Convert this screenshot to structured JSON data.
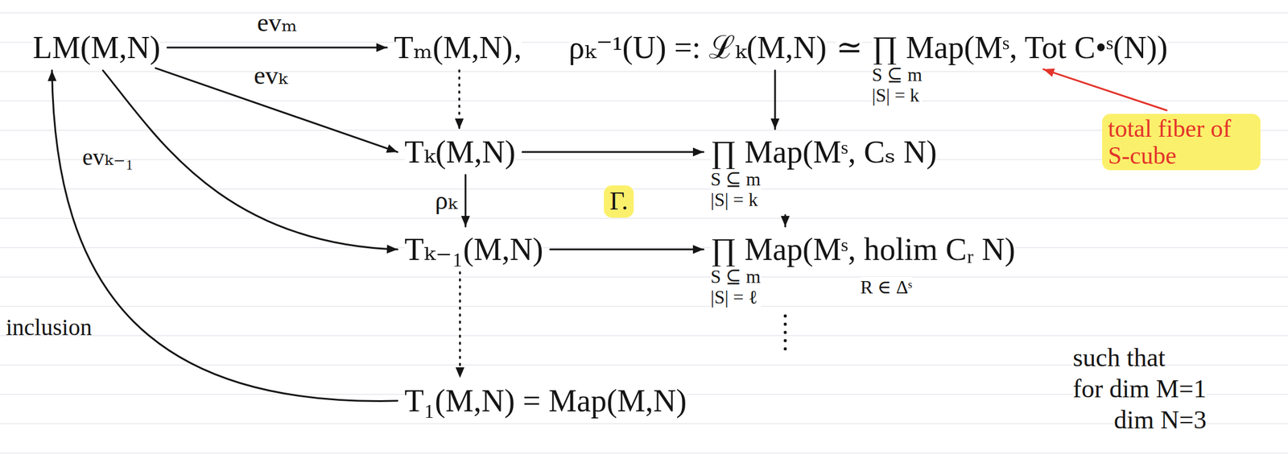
{
  "diagram": {
    "nodes": [
      {
        "text": [
          "LM(M,N)"
        ]
      },
      {
        "text": [
          "Tₘ(M,N)"
        ]
      },
      {
        "text": [
          "ρₖ⁻¹(U) =: ℒₖ(M,N)"
        ]
      },
      {
        "text": [
          "∏ Map(Mˢ, Tot C•ˢ(N))",
          "S ⊆ m",
          "|S| = k"
        ]
      },
      {
        "text": [
          "Tₖ(M,N)"
        ]
      },
      {
        "text": [
          "∏ Map(Mˢ, Cₛ N)",
          "S ⊆ m",
          "|S| = k"
        ]
      },
      {
        "text": [
          "Tₖ₋₁(M,N)"
        ]
      },
      {
        "text": [
          "∏ Map(Mˢ, holim Cᵣ N)",
          "S ⊆ m",
          "|S| = ℓ",
          "R ∈ Δˢ"
        ]
      },
      {
        "text": [
          "T₁(M,N) = Map(M,N)"
        ]
      }
    ],
    "edges": [
      {
        "from": 0,
        "to": 1,
        "label": "evₘ",
        "arrow": "to"
      },
      {
        "from": 0,
        "to": 4,
        "label": "evₖ",
        "arrow": "to"
      },
      {
        "from": 0,
        "to": 6,
        "label": "evₖ₋₁",
        "arrow": "to"
      },
      {
        "from": 8,
        "to": 0,
        "label": "inclusion",
        "arrow": "to"
      },
      {
        "from": 1,
        "to": 4,
        "arrow": "to"
      },
      {
        "from": 4,
        "to": 6,
        "label": "ρₖ",
        "arrow": "to"
      },
      {
        "from": 6,
        "to": 8,
        "arrow": "to"
      },
      {
        "from": 2,
        "to": 5,
        "arrow": "to"
      },
      {
        "from": 4,
        "to": 5,
        "arrow": "to"
      },
      {
        "from": 5,
        "to": 7,
        "arrow": "to"
      },
      {
        "from": 6,
        "to": 7,
        "arrow": "to"
      }
    ],
    "labels": [
      ",",
      "≃",
      "Γ.",
      "total fiber of S-cube",
      "such that",
      "for dim M=1",
      "dim N=3"
    ]
  }
}
